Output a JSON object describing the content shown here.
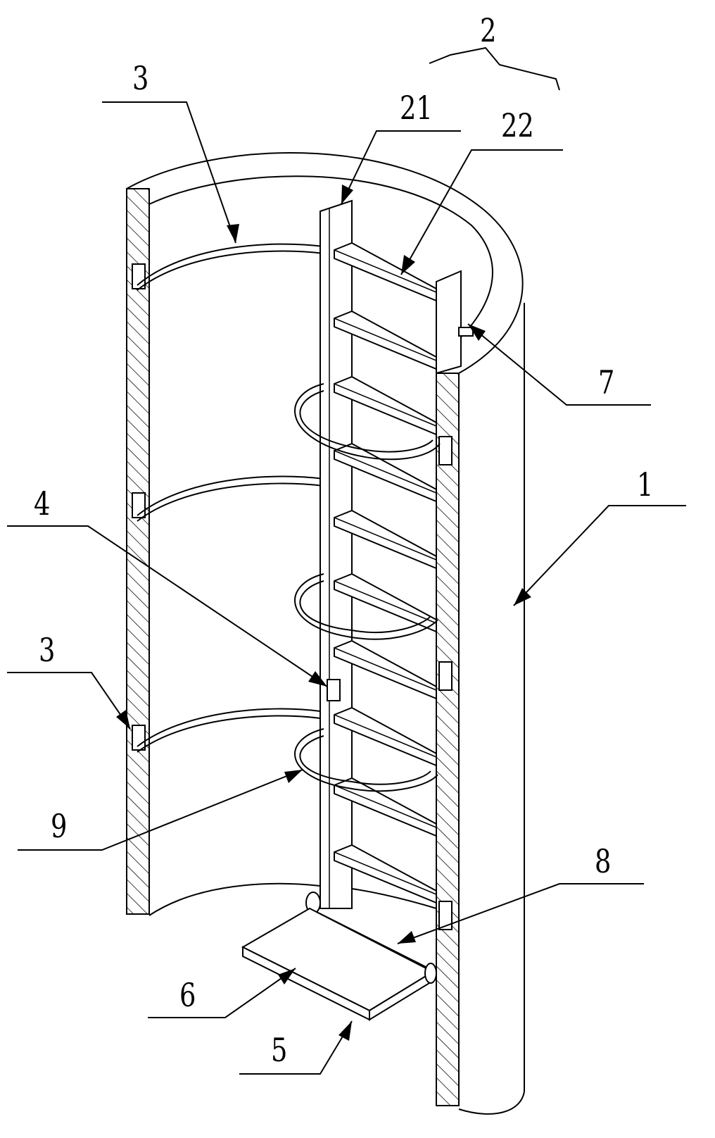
{
  "figure": {
    "labels": {
      "l2": "2",
      "l3_top": "3",
      "l21": "21",
      "l22": "22",
      "l7": "7",
      "l1": "1",
      "l4": "4",
      "l3_bottom": "3",
      "l9": "9",
      "l8": "8",
      "l6": "6",
      "l5": "5"
    }
  }
}
